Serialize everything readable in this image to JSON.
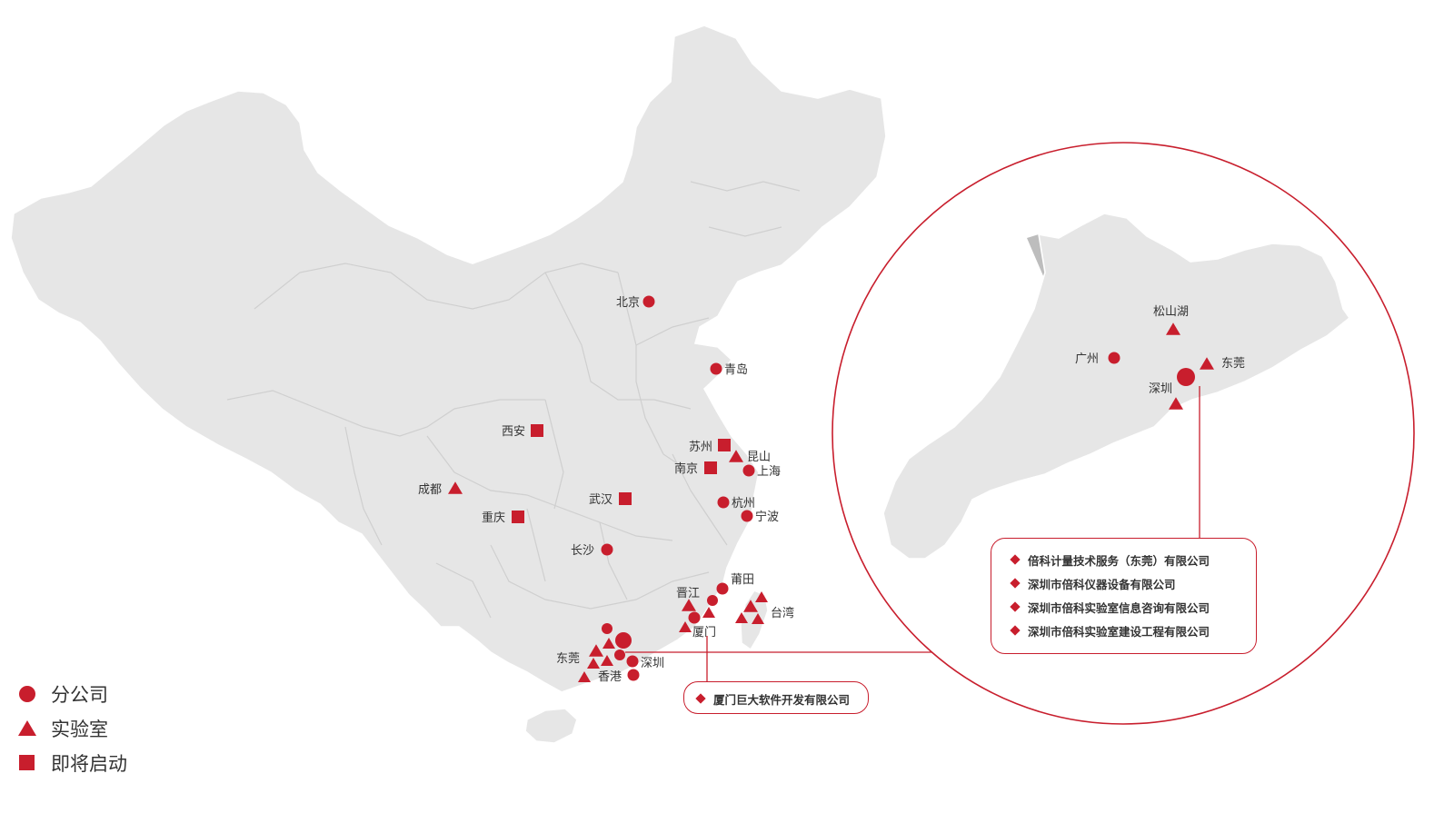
{
  "colors": {
    "accent": "#c81e2d",
    "land": "#e6e6e6",
    "shadow": "#bdbdbd"
  },
  "map": {
    "cities": [
      {
        "id": "beijing",
        "label": "北京",
        "marker": "circle"
      },
      {
        "id": "qingdao",
        "label": "青岛",
        "marker": "circle"
      },
      {
        "id": "xian",
        "label": "西安",
        "marker": "square"
      },
      {
        "id": "suzhou",
        "label": "苏州",
        "marker": "square"
      },
      {
        "id": "kunshan",
        "label": "昆山",
        "marker": "triangle"
      },
      {
        "id": "nanjing",
        "label": "南京",
        "marker": "square"
      },
      {
        "id": "shanghai",
        "label": "上海",
        "marker": "circle"
      },
      {
        "id": "chengdu",
        "label": "成都",
        "marker": "triangle"
      },
      {
        "id": "wuhan",
        "label": "武汉",
        "marker": "square"
      },
      {
        "id": "hangzhou",
        "label": "杭州",
        "marker": "circle"
      },
      {
        "id": "chongqing",
        "label": "重庆",
        "marker": "square"
      },
      {
        "id": "ningbo",
        "label": "宁波",
        "marker": "circle"
      },
      {
        "id": "changsha",
        "label": "长沙",
        "marker": "circle"
      },
      {
        "id": "putian",
        "label": "莆田",
        "marker": "circle"
      },
      {
        "id": "jinjiang",
        "label": "晋江",
        "marker": "triangle"
      },
      {
        "id": "taiwan",
        "label": "台湾",
        "marker": "triangle"
      },
      {
        "id": "xiamen",
        "label": "厦门",
        "marker": "circle"
      },
      {
        "id": "dongguan",
        "label": "东莞",
        "marker": "triangle"
      },
      {
        "id": "shenzhen",
        "label": "深圳",
        "marker": "circle"
      },
      {
        "id": "hongkong",
        "label": "香港",
        "marker": "circle"
      }
    ],
    "xiamen_box": {
      "items": [
        "厦门巨大软件开发有限公司"
      ]
    }
  },
  "inset": {
    "cities": [
      {
        "id": "songshanhu",
        "label": "松山湖",
        "marker": "triangle"
      },
      {
        "id": "guangzhou",
        "label": "广州",
        "marker": "circle"
      },
      {
        "id": "dongguan",
        "label": "东莞",
        "marker": "triangle"
      },
      {
        "id": "shenzhen",
        "label": "深圳",
        "marker": "triangle"
      }
    ],
    "box": {
      "items": [
        "倍科计量技术服务（东莞）有限公司",
        "深圳市倍科仪器设备有限公司",
        "深圳市倍科实验室信息咨询有限公司",
        "深圳市倍科实验室建设工程有限公司"
      ]
    }
  },
  "legend": [
    {
      "symbol": "circle",
      "label": "分公司"
    },
    {
      "symbol": "triangle",
      "label": "实验室"
    },
    {
      "symbol": "square",
      "label": "即将启动"
    }
  ]
}
